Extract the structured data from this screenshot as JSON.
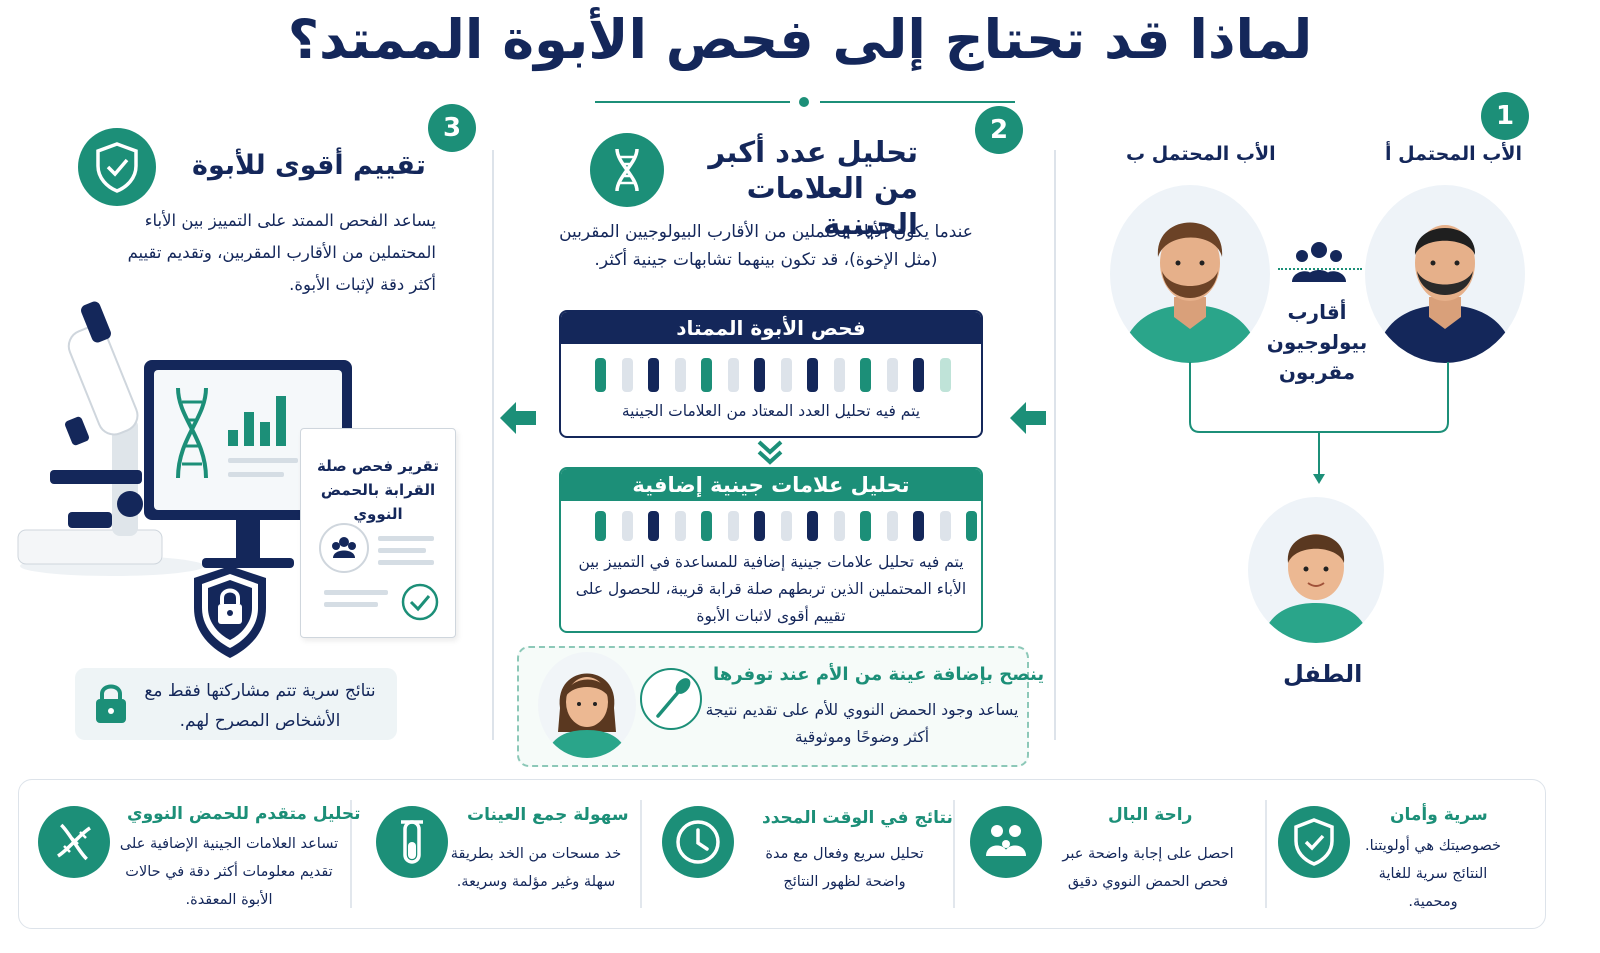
{
  "header": {
    "title": "لماذا قد تحتاج إلى فحص الأبوة الممتد؟"
  },
  "colors": {
    "navy": "#14275a",
    "teal": "#1c8f78",
    "light_teal": "#bfe3d8",
    "light_gray": "#dde3ea"
  },
  "step1": {
    "number": "1",
    "father_a": "الأب المحتمل أ",
    "father_b": "الأب المحتمل ب",
    "relatives_label": "أقارب بيولوجيون مقربون",
    "child_label": "الطفل",
    "icons": [
      "man-avatar-icon",
      "group-icon",
      "boy-avatar-icon"
    ]
  },
  "step2": {
    "number": "2",
    "heading": "تحليل عدد أكبر من العلامات الجينية",
    "description": "عندما يكون الأباء محتملين من الأقارب البيولوجيين المقربين (مثل الإخوة)، قد تكون بينهما تشابهات جينية أكثر.",
    "panel1_title": "فحص الأبوة الممتاد",
    "panel1_note": "يتم فيه تحليل العدد المعتاد من العلامات الجينية",
    "panel2_title": "تحليل علامات جينية إضافية",
    "panel2_note": "يتم فيه تحليل علامات جينية إضافية للمساعدة في التمييز بين الأباء المحتملين الذين تربطهم صلة قرابة قريبة، للحصول على تقييم أقوى لاثبات الأبوة",
    "mother_title": "ينصح بإضافة عينة من الأم عند توفرها",
    "mother_desc": "يساعد وجود الحمض النووي للأم على تقديم نتيجة أكثر وضوحًا وموثوقية",
    "icons": [
      "dna-icon",
      "swab-icon",
      "woman-avatar-icon",
      "double-chevron-down-icon",
      "arrow-left-icon"
    ]
  },
  "step3": {
    "number": "3",
    "heading": "تقييم أقوى للأبوة",
    "description": "يساعد الفحص الممتد على التمييز بين الأباء المحتملين من الأقارب المقربين، وتقديم تقييم أكثر دقة لإثبات الأبوة.",
    "report_title": "تقرير فحص صلة القرابة بالحمض النووي",
    "confidential_text": "نتائج سرية تتم مشاركتها فقط مع الأشخاص المصرح لهم.",
    "icons": [
      "shield-check-icon",
      "microscope-icon",
      "monitor-icon",
      "report-icon",
      "lock-shield-icon",
      "lock-icon"
    ]
  },
  "features": [
    {
      "title": "سرية وأمان",
      "desc": "خصوصيتك هي أولويتنا. النتائج سرية للغاية ومحمية.",
      "icon": "shield-check-icon"
    },
    {
      "title": "راحة البال",
      "desc": "احصل على إجابة واضحة عبر فحص الحمض النووي دقيق",
      "icon": "family-icon"
    },
    {
      "title": "نتائج في الوقت المحدد",
      "desc": "تحليل سريع وفعال مع مدة واضحة لظهور النتائج",
      "icon": "clock-icon"
    },
    {
      "title": "سهولة جمع العينات",
      "desc": "خد مسحات من الخد بطريقة سهلة وغير مؤلمة وسريعة.",
      "icon": "test-tube-icon"
    },
    {
      "title": "تحليل متقدم للحمض النووي",
      "desc": "تساعد العلامات الجينية الإضافية على تقديم معلومات أكثر دقة في حالات الأبوة المعقدة.",
      "icon": "dna-icon"
    }
  ]
}
